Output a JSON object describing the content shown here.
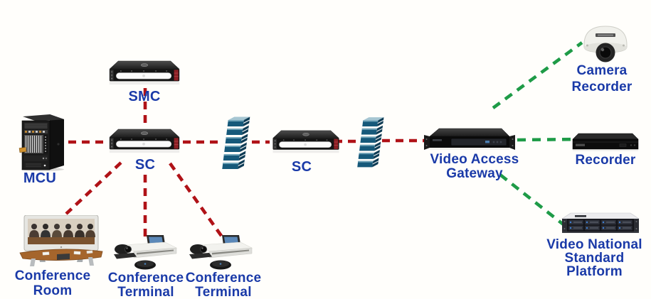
{
  "nodes": {
    "mcu": {
      "label": "MCU"
    },
    "smc": {
      "label": "SMC"
    },
    "sc1": {
      "label": "SC"
    },
    "sc2": {
      "label": "SC"
    },
    "gateway": {
      "label": "Video Access Gateway"
    },
    "camera_recorder": {
      "label_line1": "Camera",
      "label_line2": "Recorder"
    },
    "recorder": {
      "label": "Recorder"
    },
    "platform": {
      "label_line1": "Video National",
      "label_line2": "Standard Platform"
    },
    "conference_room": {
      "label_line1": "Conference",
      "label_line2": "Room"
    },
    "conference_terminal_1": {
      "label_line1": "Conference",
      "label_line2": "Terminal"
    },
    "conference_terminal_2": {
      "label_line1": "Conference",
      "label_line2": "Terminal"
    }
  },
  "colors": {
    "core_link": "#b01217",
    "gateway_link": "#1e9b47",
    "label_text": "#1a3aa8",
    "background": "#fffefb",
    "firewall_brick": "#16597a",
    "firewall_side": "#0e3c55",
    "firewall_top": "#a6c6d2"
  }
}
